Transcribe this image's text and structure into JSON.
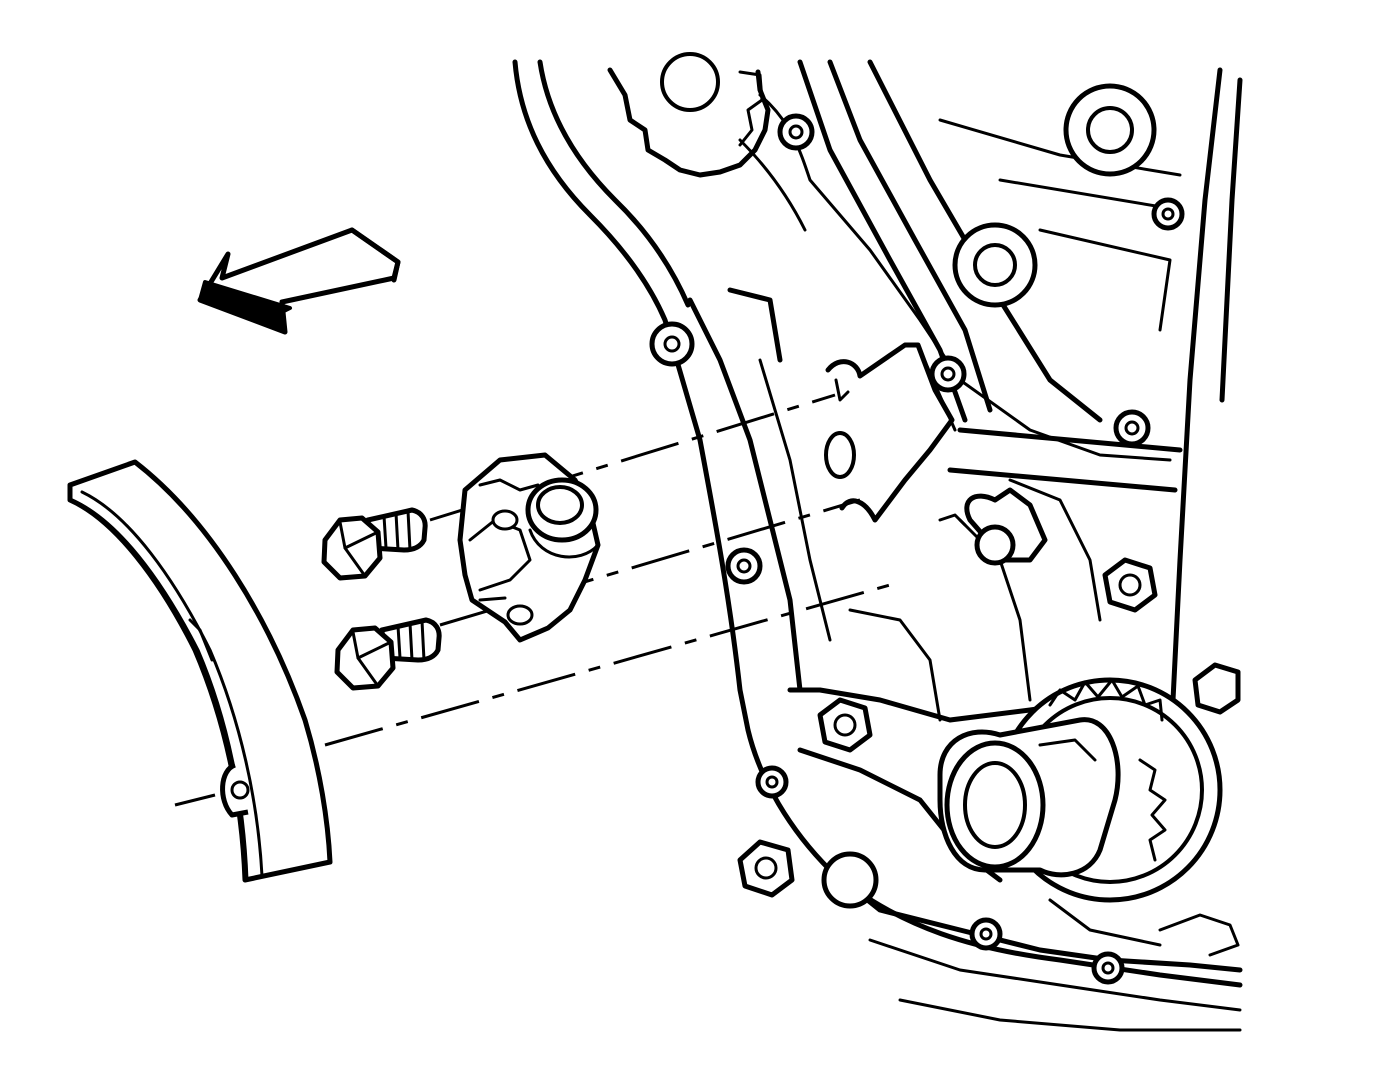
{
  "diagram": {
    "colors": {
      "background": "#ffffff",
      "linework": "#000000"
    },
    "parts": [
      "direction-arrow",
      "engine-front-cover",
      "upper-sprocket",
      "crankshaft-sprocket",
      "tensioner-bracket",
      "chain-tensioner",
      "tensioner-bolt-upper",
      "tensioner-bolt-lower",
      "chain-guide-shoe"
    ]
  }
}
